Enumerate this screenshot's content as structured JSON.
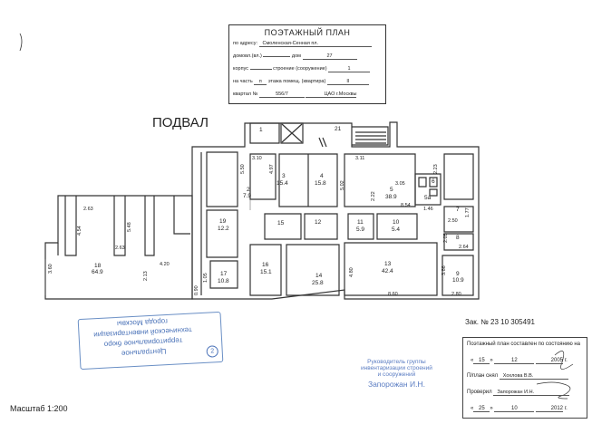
{
  "title": {
    "heading": "ПОЭТАЖНЫЙ ПЛАН",
    "address_label": "по адресу:",
    "address_value": "Смоленская-Сенная пл.",
    "domovl_label": "домовл.(вл.)",
    "dom_label": "дом",
    "dom_value": "27",
    "korpus_label": "корпус",
    "stroenie_label": "строение (сооружение)",
    "stroenie_value": "1",
    "na_chast_label": "на часть",
    "na_chast_value": "п",
    "etazha_label": "этажа помещ. (квартира)",
    "etazha_value": "II",
    "kvartal_label": "квартал №",
    "kvartal_value": "556/7",
    "district_value": "ЦАО г.Москвы"
  },
  "floor_label": "ПОДВАЛ",
  "rooms": [
    {
      "num": "1",
      "area": ""
    },
    {
      "num": "2",
      "area": "7.9"
    },
    {
      "num": "3",
      "area": "15.4"
    },
    {
      "num": "4",
      "area": "15.8"
    },
    {
      "num": "5",
      "area": "38.9"
    },
    {
      "num": "5а",
      "area": ""
    },
    {
      "num": "6",
      "area": ""
    },
    {
      "num": "7",
      "area": ""
    },
    {
      "num": "8",
      "area": ""
    },
    {
      "num": "9",
      "area": "10.9"
    },
    {
      "num": "10",
      "area": "5.4"
    },
    {
      "num": "11",
      "area": "5.9"
    },
    {
      "num": "12",
      "area": ""
    },
    {
      "num": "13",
      "area": "42.4"
    },
    {
      "num": "14",
      "area": "25.8"
    },
    {
      "num": "15",
      "area": ""
    },
    {
      "num": "16",
      "area": "15.1"
    },
    {
      "num": "17",
      "area": "10.8"
    },
    {
      "num": "18",
      "area": "64.9"
    },
    {
      "num": "19",
      "area": "12.2"
    },
    {
      "num": "21",
      "area": ""
    }
  ],
  "dims": {
    "d310": "3.10",
    "d311": "3.11",
    "d305": "3.05",
    "d550": "5.50",
    "d497": "4.97",
    "d502": "5.02",
    "d222": "2.22",
    "d854": "8.54",
    "d146": "1.46",
    "d223": "2.23",
    "d177": "1.77",
    "d250": "2.50",
    "d205": "2.05",
    "d264": "2.64",
    "d386": "3.86",
    "d280": "2.80",
    "d860": "8.60",
    "d480": "4.80",
    "d263a": "2.63",
    "d454": "4.54",
    "d548": "5.48",
    "d263b": "2.63",
    "d360": "3.60",
    "d420": "4.20",
    "d213": "2.13",
    "d090": "0.90",
    "d105": "1.05"
  },
  "stamp": {
    "line1": "Центральное",
    "line2": "территориальное бюро",
    "line3": "технической инвентаризации",
    "line4": "города Москвы",
    "badge": "2"
  },
  "zak": "Зак. № 23 10 305491",
  "info": {
    "line1": "Поэтажный план составлен по состоянию на",
    "date1_day": "15",
    "date1_month": "12",
    "date1_year": "2005",
    "g1": "г.",
    "snyal_label": "П/план снял",
    "snyal_value": "Хохлова В.В.",
    "proveril_label": "Проверил",
    "proveril_value": "Запорожан И.Н.",
    "date2_day": "25",
    "date2_month": "10",
    "date2_year": "2012",
    "g2": "г."
  },
  "blue_stamp": {
    "line1": "Руководитель группы",
    "line2": "инвентаризации строений",
    "line3": "и сооружений",
    "line4": "Запорожан И.Н."
  },
  "scale": "Масштаб 1:200"
}
